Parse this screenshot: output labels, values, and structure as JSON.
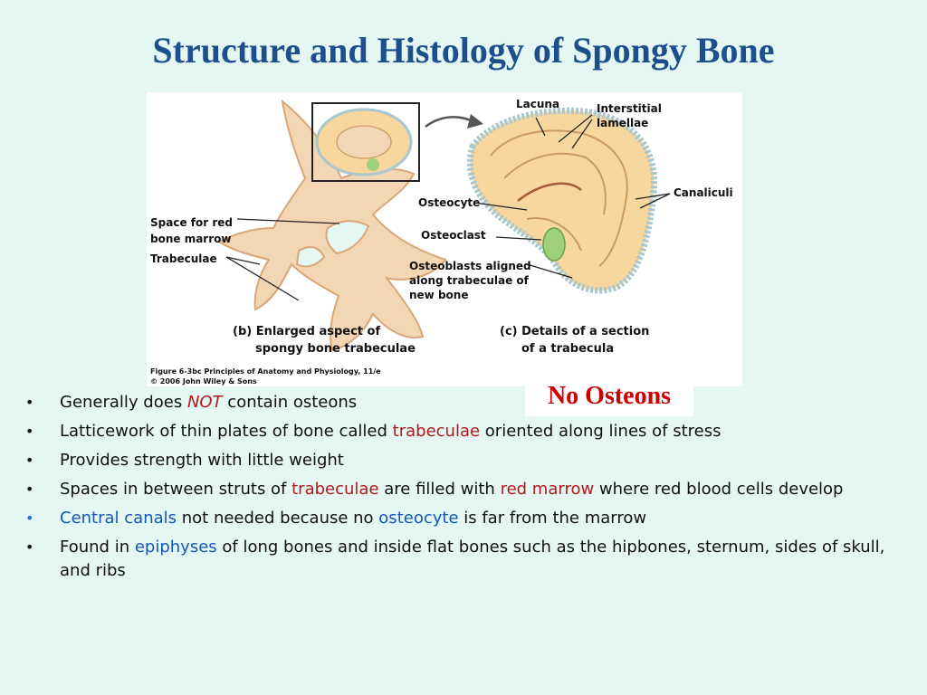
{
  "title": "Structure and Histology of Spongy Bone",
  "figure": {
    "labels": {
      "lacuna": "Lacuna",
      "interstitial1": "Interstitial",
      "interstitial2": "lamellae",
      "canaliculi": "Canaliculi",
      "osteocyte": "Osteocyte",
      "osteoclast": "Osteoclast",
      "osteoblasts1": "Osteoblasts aligned",
      "osteoblasts2": "along trabeculae of",
      "osteoblasts3": "new bone",
      "space1": "Space for red",
      "space2": "bone marrow",
      "trabeculae": "Trabeculae",
      "capB1": "(b) Enlarged aspect of",
      "capB2": "spongy bone trabeculae",
      "capC1": "(c) Details of a section",
      "capC2": "of a trabecula",
      "credit1": "Figure 6-3bc  Principles of Anatomy and Physiology, 11/e",
      "credit2": "© 2006 John Wiley & Sons"
    }
  },
  "callout": "No Osteons",
  "bullets": {
    "b1": {
      "pre": "Generally does ",
      "em": "NOT",
      "post": " contain osteons"
    },
    "b2": {
      "pre": "Latticework of thin plates of bone called ",
      "em": "trabeculae",
      "post": " oriented along lines of stress"
    },
    "b3": {
      "text": "Provides strength with little weight"
    },
    "b4": {
      "pre": "Spaces in between struts of ",
      "em1": "trabeculae",
      "mid": " are filled with ",
      "em2": "red marrow",
      "post": " where red blood cells develop"
    },
    "b5": {
      "em1": "Central canals",
      "mid": " not needed because no ",
      "em2": "osteocyte",
      "post": " is far from the marrow"
    },
    "b6": {
      "pre": "Found in ",
      "em": "epiphyses",
      "post": " of long bones and inside flat bones such as the hipbones, sternum, sides of skull, and ribs"
    }
  },
  "bullet_glyph": "•",
  "colors": {
    "title": "#1d4f8c",
    "callout": "#cc0000",
    "emphasis_red": "#b2181d",
    "emphasis_blue": "#1656b8",
    "background": "#e4f7f3"
  }
}
